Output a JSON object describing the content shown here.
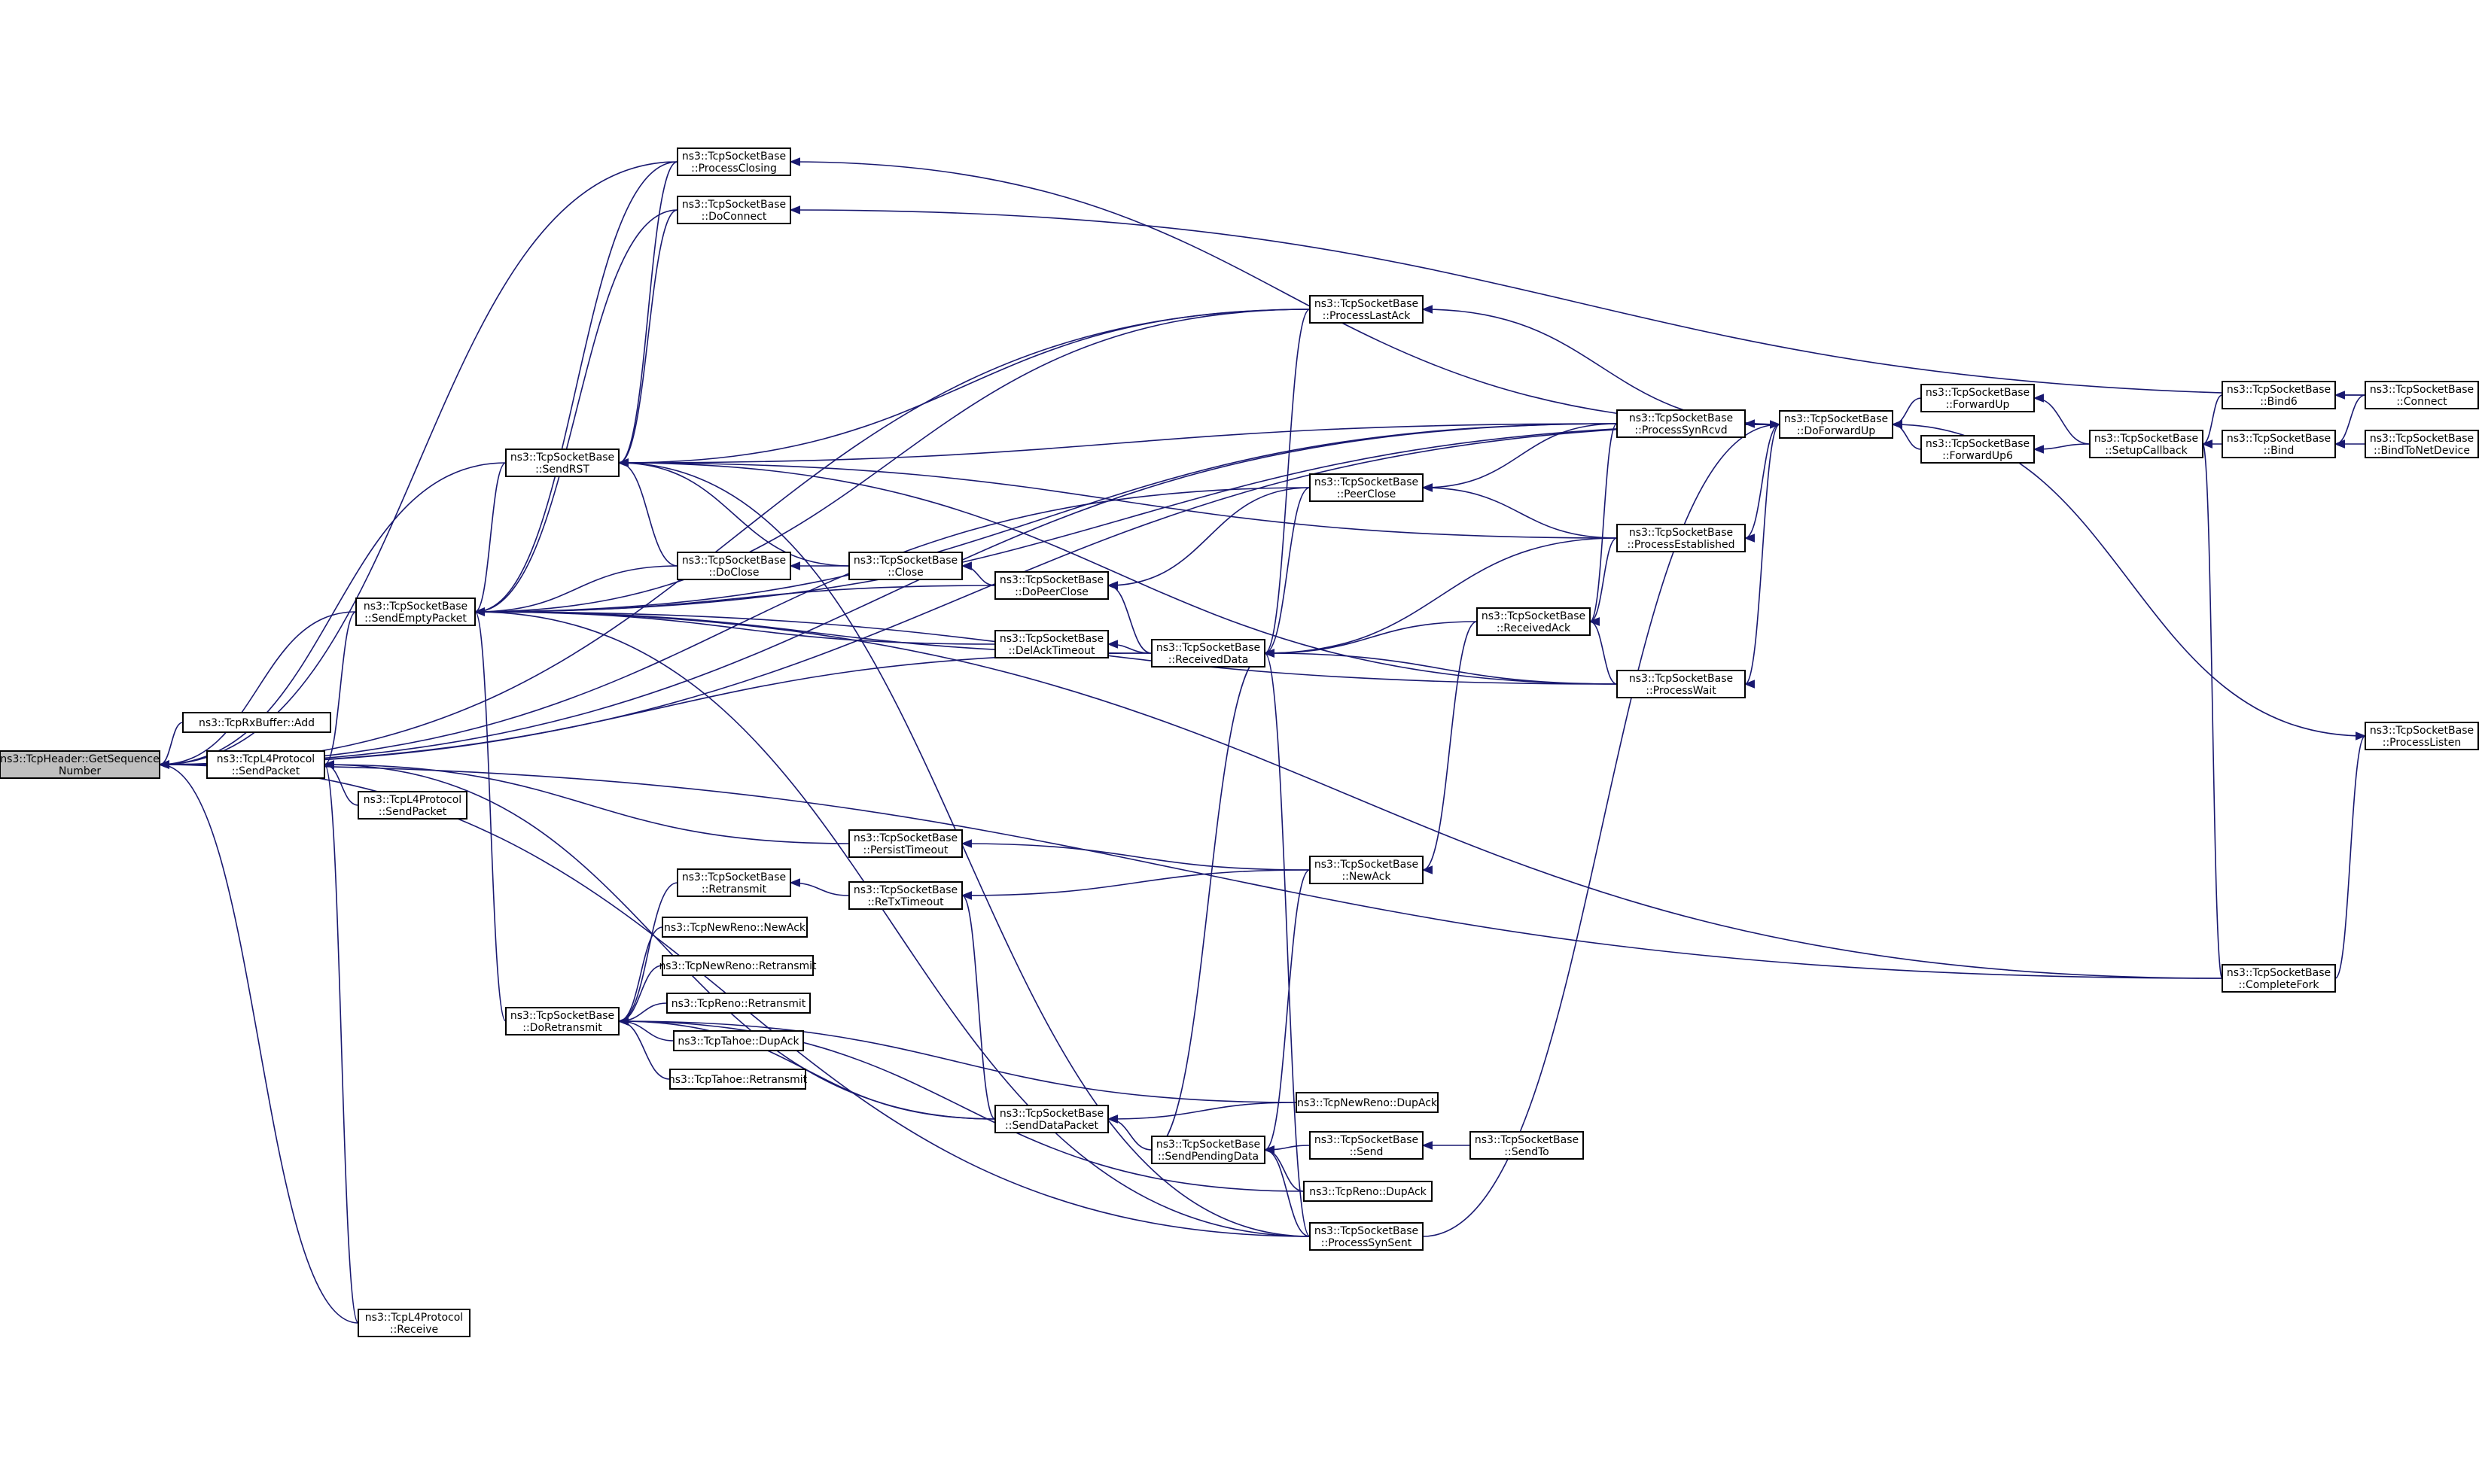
{
  "graph": {
    "colors": {
      "edge": "#191970",
      "node_border": "#000000",
      "root_fill": "#bfbfbf",
      "node_fill": "#ffffff"
    },
    "nodes": [
      {
        "id": "n0",
        "lines": [
          "ns3::TcpHeader::GetSequence",
          "Number"
        ],
        "root": true
      },
      {
        "id": "n1",
        "lines": [
          "ns3::TcpRxBuffer::Add"
        ]
      },
      {
        "id": "n2",
        "lines": [
          "ns3::TcpL4Protocol",
          "::SendPacket"
        ]
      },
      {
        "id": "n3",
        "lines": [
          "ns3::TcpL4Protocol",
          "::SendPacket"
        ]
      },
      {
        "id": "n4",
        "lines": [
          "ns3::TcpL4Protocol",
          "::Receive"
        ]
      },
      {
        "id": "n5",
        "lines": [
          "ns3::TcpSocketBase",
          "::SendEmptyPacket"
        ]
      },
      {
        "id": "n6",
        "lines": [
          "ns3::TcpSocketBase",
          "::SendRST"
        ]
      },
      {
        "id": "n7",
        "lines": [
          "ns3::TcpSocketBase",
          "::DoRetransmit"
        ]
      },
      {
        "id": "n8",
        "lines": [
          "ns3::TcpSocketBase",
          "::ProcessClosing"
        ]
      },
      {
        "id": "n9",
        "lines": [
          "ns3::TcpSocketBase",
          "::DoConnect"
        ]
      },
      {
        "id": "n10",
        "lines": [
          "ns3::TcpSocketBase",
          "::DoClose"
        ]
      },
      {
        "id": "n11",
        "lines": [
          "ns3::TcpSocketBase",
          "::Retransmit"
        ]
      },
      {
        "id": "n12",
        "lines": [
          "ns3::TcpNewReno::NewAck"
        ]
      },
      {
        "id": "n13",
        "lines": [
          "ns3::TcpNewReno::Retransmit"
        ]
      },
      {
        "id": "n14",
        "lines": [
          "ns3::TcpReno::Retransmit"
        ]
      },
      {
        "id": "n15",
        "lines": [
          "ns3::TcpTahoe::DupAck"
        ]
      },
      {
        "id": "n16",
        "lines": [
          "ns3::TcpTahoe::Retransmit"
        ]
      },
      {
        "id": "n17",
        "lines": [
          "ns3::TcpSocketBase",
          "::Close"
        ]
      },
      {
        "id": "n18",
        "lines": [
          "ns3::TcpSocketBase",
          "::PersistTimeout"
        ]
      },
      {
        "id": "n19",
        "lines": [
          "ns3::TcpSocketBase",
          "::ReTxTimeout"
        ]
      },
      {
        "id": "n20",
        "lines": [
          "ns3::TcpSocketBase",
          "::DoPeerClose"
        ]
      },
      {
        "id": "n21",
        "lines": [
          "ns3::TcpSocketBase",
          "::DelAckTimeout"
        ]
      },
      {
        "id": "n22",
        "lines": [
          "ns3::TcpSocketBase",
          "::SendDataPacket"
        ]
      },
      {
        "id": "n23",
        "lines": [
          "ns3::TcpSocketBase",
          "::ReceivedData"
        ]
      },
      {
        "id": "n24",
        "lines": [
          "ns3::TcpSocketBase",
          "::SendPendingData"
        ]
      },
      {
        "id": "n25",
        "lines": [
          "ns3::TcpSocketBase",
          "::ProcessLastAck"
        ]
      },
      {
        "id": "n26",
        "lines": [
          "ns3::TcpSocketBase",
          "::PeerClose"
        ]
      },
      {
        "id": "n27",
        "lines": [
          "ns3::TcpSocketBase",
          "::NewAck"
        ]
      },
      {
        "id": "n28",
        "lines": [
          "ns3::TcpNewReno::DupAck"
        ]
      },
      {
        "id": "n29",
        "lines": [
          "ns3::TcpSocketBase",
          "::Send"
        ]
      },
      {
        "id": "n30",
        "lines": [
          "ns3::TcpReno::DupAck"
        ]
      },
      {
        "id": "n31",
        "lines": [
          "ns3::TcpSocketBase",
          "::ProcessSynSent"
        ]
      },
      {
        "id": "n32",
        "lines": [
          "ns3::TcpSocketBase",
          "::SendTo"
        ]
      },
      {
        "id": "n33",
        "lines": [
          "ns3::TcpSocketBase",
          "::ProcessSynRcvd"
        ]
      },
      {
        "id": "n34",
        "lines": [
          "ns3::TcpSocketBase",
          "::ProcessEstablished"
        ]
      },
      {
        "id": "n35",
        "lines": [
          "ns3::TcpSocketBase",
          "::ReceivedAck"
        ]
      },
      {
        "id": "n36",
        "lines": [
          "ns3::TcpSocketBase",
          "::ProcessWait"
        ]
      },
      {
        "id": "n37",
        "lines": [
          "ns3::TcpSocketBase",
          "::DoForwardUp"
        ]
      },
      {
        "id": "n38",
        "lines": [
          "ns3::TcpSocketBase",
          "::ForwardUp"
        ]
      },
      {
        "id": "n39",
        "lines": [
          "ns3::TcpSocketBase",
          "::ForwardUp6"
        ]
      },
      {
        "id": "n40",
        "lines": [
          "ns3::TcpSocketBase",
          "::SetupCallback"
        ]
      },
      {
        "id": "n41",
        "lines": [
          "ns3::TcpSocketBase",
          "::Bind6"
        ]
      },
      {
        "id": "n42",
        "lines": [
          "ns3::TcpSocketBase",
          "::Bind"
        ]
      },
      {
        "id": "n43",
        "lines": [
          "ns3::TcpSocketBase",
          "::Connect"
        ]
      },
      {
        "id": "n44",
        "lines": [
          "ns3::TcpSocketBase",
          "::BindToNetDevice"
        ]
      },
      {
        "id": "n45",
        "lines": [
          "ns3::TcpSocketBase",
          "::ProcessListen"
        ]
      },
      {
        "id": "n46",
        "lines": [
          "ns3::TcpSocketBase",
          "::CompleteFork"
        ]
      }
    ],
    "edges": [
      {
        "from": "n1",
        "to": "n0"
      },
      {
        "from": "n2",
        "to": "n0"
      },
      {
        "from": "n4",
        "to": "n0"
      },
      {
        "from": "n5",
        "to": "n0"
      },
      {
        "from": "n6",
        "to": "n0"
      },
      {
        "from": "n8",
        "to": "n0"
      },
      {
        "from": "n23",
        "to": "n0"
      },
      {
        "from": "n25",
        "to": "n0"
      },
      {
        "from": "n26",
        "to": "n0"
      },
      {
        "from": "n31",
        "to": "n0"
      },
      {
        "from": "n33",
        "to": "n0"
      },
      {
        "from": "n37",
        "to": "n0"
      },
      {
        "from": "n46",
        "to": "n0"
      },
      {
        "from": "n3",
        "to": "n2"
      },
      {
        "from": "n4",
        "to": "n2"
      },
      {
        "from": "n5",
        "to": "n2"
      },
      {
        "from": "n18",
        "to": "n2"
      },
      {
        "from": "n22",
        "to": "n2"
      },
      {
        "from": "n6",
        "to": "n5"
      },
      {
        "from": "n7",
        "to": "n5"
      },
      {
        "from": "n8",
        "to": "n5"
      },
      {
        "from": "n9",
        "to": "n5"
      },
      {
        "from": "n10",
        "to": "n5"
      },
      {
        "from": "n20",
        "to": "n5"
      },
      {
        "from": "n21",
        "to": "n5"
      },
      {
        "from": "n23",
        "to": "n5"
      },
      {
        "from": "n25",
        "to": "n5"
      },
      {
        "from": "n31",
        "to": "n5"
      },
      {
        "from": "n33",
        "to": "n5"
      },
      {
        "from": "n36",
        "to": "n5"
      },
      {
        "from": "n37",
        "to": "n5"
      },
      {
        "from": "n46",
        "to": "n5"
      },
      {
        "from": "n8",
        "to": "n6"
      },
      {
        "from": "n9",
        "to": "n6"
      },
      {
        "from": "n10",
        "to": "n6"
      },
      {
        "from": "n17",
        "to": "n6"
      },
      {
        "from": "n25",
        "to": "n6"
      },
      {
        "from": "n33",
        "to": "n6"
      },
      {
        "from": "n34",
        "to": "n6"
      },
      {
        "from": "n36",
        "to": "n6"
      },
      {
        "from": "n31",
        "to": "n6"
      },
      {
        "from": "n11",
        "to": "n7"
      },
      {
        "from": "n12",
        "to": "n7"
      },
      {
        "from": "n13",
        "to": "n7"
      },
      {
        "from": "n14",
        "to": "n7"
      },
      {
        "from": "n15",
        "to": "n7"
      },
      {
        "from": "n16",
        "to": "n7"
      },
      {
        "from": "n22",
        "to": "n7"
      },
      {
        "from": "n28",
        "to": "n7"
      },
      {
        "from": "n30",
        "to": "n7"
      },
      {
        "from": "n17",
        "to": "n10"
      },
      {
        "from": "n20",
        "to": "n17"
      },
      {
        "from": "n19",
        "to": "n11"
      },
      {
        "from": "n22",
        "to": "n19"
      },
      {
        "from": "n27",
        "to": "n19"
      },
      {
        "from": "n27",
        "to": "n18"
      },
      {
        "from": "n23",
        "to": "n21"
      },
      {
        "from": "n23",
        "to": "n20"
      },
      {
        "from": "n26",
        "to": "n20"
      },
      {
        "from": "n33",
        "to": "n26"
      },
      {
        "from": "n34",
        "to": "n26"
      },
      {
        "from": "n24",
        "to": "n22"
      },
      {
        "from": "n28",
        "to": "n22"
      },
      {
        "from": "n29",
        "to": "n24"
      },
      {
        "from": "n30",
        "to": "n24"
      },
      {
        "from": "n31",
        "to": "n24"
      },
      {
        "from": "n32",
        "to": "n29"
      },
      {
        "from": "n24",
        "to": "n23"
      },
      {
        "from": "n27",
        "to": "n24"
      },
      {
        "from": "n31",
        "to": "n23"
      },
      {
        "from": "n25",
        "to": "n23"
      },
      {
        "from": "n26",
        "to": "n23"
      },
      {
        "from": "n34",
        "to": "n23"
      },
      {
        "from": "n35",
        "to": "n23"
      },
      {
        "from": "n36",
        "to": "n23"
      },
      {
        "from": "n35",
        "to": "n27"
      },
      {
        "from": "n33",
        "to": "n35"
      },
      {
        "from": "n34",
        "to": "n35"
      },
      {
        "from": "n36",
        "to": "n35"
      },
      {
        "from": "n37",
        "to": "n25"
      },
      {
        "from": "n37",
        "to": "n33"
      },
      {
        "from": "n37",
        "to": "n34"
      },
      {
        "from": "n37",
        "to": "n36"
      },
      {
        "from": "n37",
        "to": "n8"
      },
      {
        "from": "n31",
        "to": "n37"
      },
      {
        "from": "n43",
        "to": "n9"
      },
      {
        "from": "n38",
        "to": "n37"
      },
      {
        "from": "n39",
        "to": "n37"
      },
      {
        "from": "n40",
        "to": "n38"
      },
      {
        "from": "n40",
        "to": "n39"
      },
      {
        "from": "n41",
        "to": "n40"
      },
      {
        "from": "n42",
        "to": "n40"
      },
      {
        "from": "n46",
        "to": "n40"
      },
      {
        "from": "n43",
        "to": "n41"
      },
      {
        "from": "n43",
        "to": "n42"
      },
      {
        "from": "n44",
        "to": "n42"
      },
      {
        "from": "n45",
        "to": "n37"
      },
      {
        "from": "n46",
        "to": "n45"
      }
    ]
  }
}
